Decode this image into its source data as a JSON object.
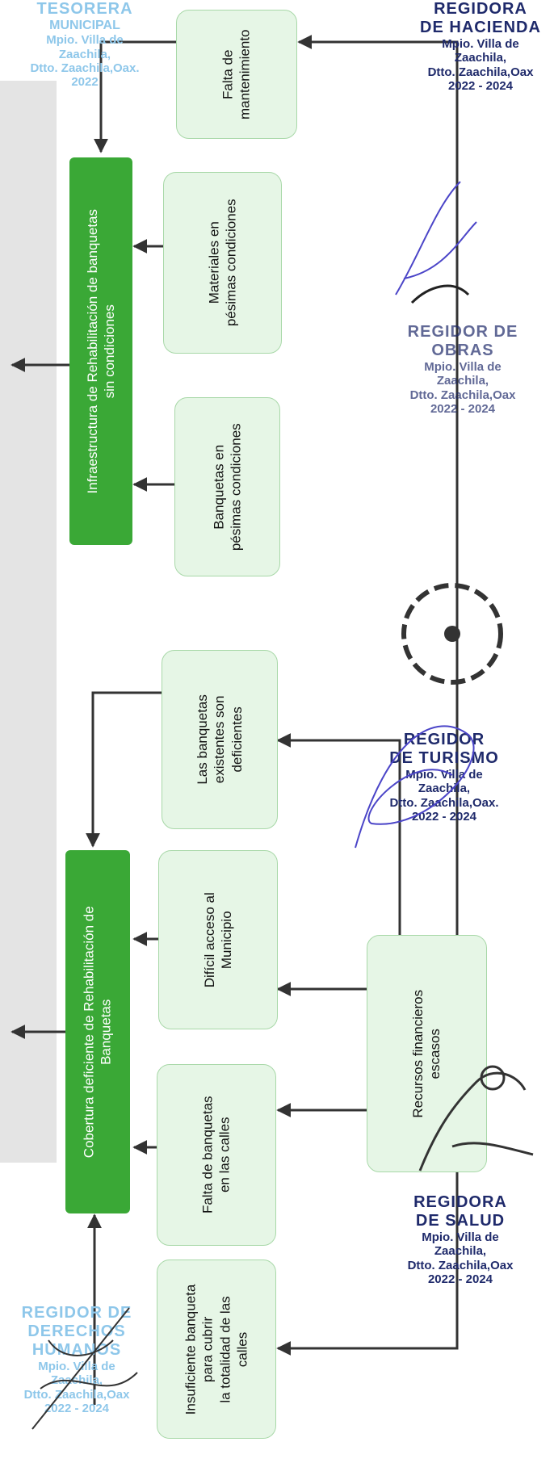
{
  "nodes": {
    "falta_mantenimiento": "Falta de\nmantenimiento",
    "materiales_pesimas": "Materiales en\npésimas condiciones",
    "banquetas_pesimas": "Banquetas en\npésimas condiciones",
    "infraestructura": "Infraestructura de Rehabilitación de banquetas\nsin condiciones",
    "banquetas_existentes": "Las banquetas\nexistentes son\ndeficientes",
    "dificil_acceso": "Difícil acceso al\nMunicipio",
    "cobertura": "Cobertura deficiente de Rehabilitación de\nBanquetas",
    "falta_banquetas": "Falta de banquetas\nen las calles",
    "recursos": "Recursos financieros\nescasos",
    "insuficiente": "Insuficiente banqueta\npara cubrir\nla totalidad de las\ncalles"
  },
  "stamps": {
    "tesorera": {
      "t1": "TESORERA",
      "t2": "MUNICIPAL",
      "t3": "Mpio. Villa de\nZaachila,\nDtto. Zaachila,Oax.\n2022"
    },
    "hacienda": {
      "t1": "REGIDORA\nDE HACIENDA",
      "t3": "Mpio. Villa de\nZaachila,\nDtto. Zaachila,Oax\n2022 - 2024"
    },
    "obras": {
      "t1": "REGIDOR DE\nOBRAS",
      "t3": "Mpio. Villa de\nZaachila,\nDtto. Zaachila,Oax\n2022 - 2024"
    },
    "turismo": {
      "t1": "REGIDOR\nDE TURISMO",
      "t3": "Mpio. Villa de\nZaachila,\nDtto. Zaachila,Oax.\n2022 - 2024"
    },
    "salud": {
      "t1": "REGIDORA\nDE SALUD",
      "t3": "Mpio. Villa de\nZaachila,\nDtto. Zaachila,Oax\n2022 - 2024"
    },
    "derechos": {
      "t1": "REGIDOR DE\nDERECHOS\nHUMANOS",
      "t3": "Mpio. Villa de\nZaachila,\nDtto. Zaachila,Oax\n2022 - 2024"
    }
  },
  "colors": {
    "problem_fill": "#3aa836",
    "cause_fill": "#e6f6e6",
    "cause_border": "#a8d8a8",
    "stamp_blue": "#8ec7ea",
    "stamp_navy": "#1f2a6b",
    "signature": "#4b45c8"
  }
}
